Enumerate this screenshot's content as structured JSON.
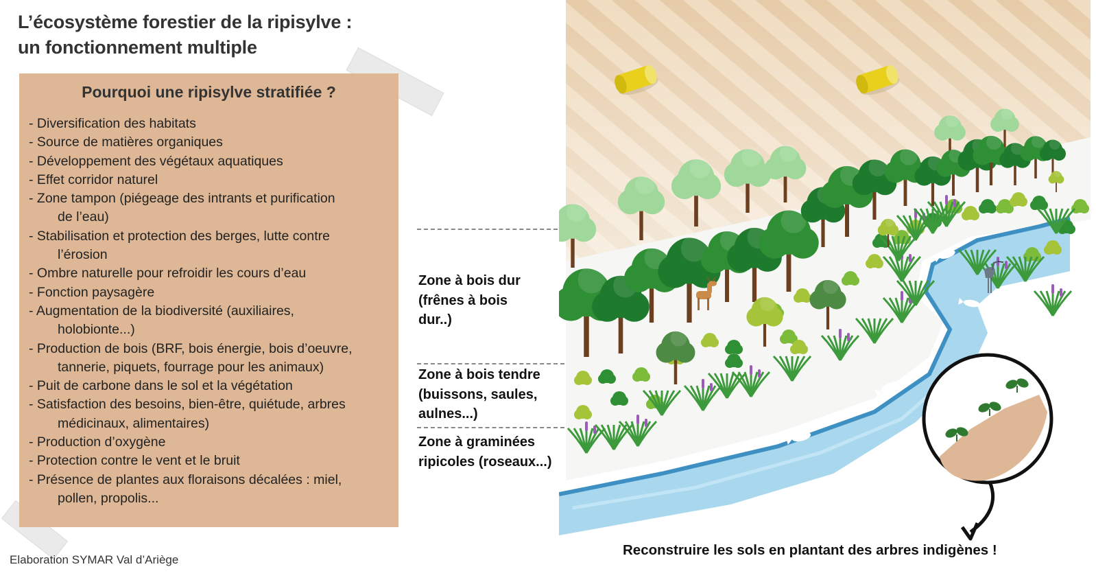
{
  "title": {
    "line1": "L’écosystème forestier de la ripisylve :",
    "line2": "un fonctionnement multiple"
  },
  "panel": {
    "heading": "Pourquoi une ripisylve stratifiée ?",
    "items": [
      {
        "line1": "- Diversification des habitats",
        "line2": ""
      },
      {
        "line1": "- Source de matières organiques",
        "line2": ""
      },
      {
        "line1": "- Développement des végétaux aquatiques",
        "line2": ""
      },
      {
        "line1": "- Effet corridor naturel",
        "line2": ""
      },
      {
        "line1": "- Zone tampon (piégeage des intrants et purification",
        "line2": "de l’eau)"
      },
      {
        "line1": "- Stabilisation et protection des berges, lutte contre",
        "line2": "l’érosion"
      },
      {
        "line1": "- Ombre naturelle pour refroidir les cours d’eau",
        "line2": ""
      },
      {
        "line1": "- Fonction paysagère",
        "line2": ""
      },
      {
        "line1": "- Augmentation de la biodiversité (auxiliaires,",
        "line2": "holobionte...)"
      },
      {
        "line1": "- Production de bois (BRF, bois énergie, bois d’oeuvre,",
        "line2": "tannerie, piquets, fourrage pour les animaux)"
      },
      {
        "line1": "- Puit de carbone dans le sol et la végétation",
        "line2": ""
      },
      {
        "line1": "- Satisfaction des besoins, bien-être, quiétude, arbres",
        "line2": "médicinaux, alimentaires)"
      },
      {
        "line1": "- Production d’oxygène",
        "line2": ""
      },
      {
        "line1": "- Protection contre le vent et le bruit",
        "line2": ""
      },
      {
        "line1": "- Présence de plantes aux floraisons décalées : miel,",
        "line2": "pollen, propolis..."
      }
    ]
  },
  "credit": "Elaboration SYMAR Val d’Ariège",
  "zones": {
    "hard_wood": {
      "line1": "Zone à bois dur",
      "line2": "(frênes à bois",
      "line3": "dur..)"
    },
    "soft_wood": {
      "line1": "Zone à bois tendre",
      "line2": "(buissons, saules,",
      "line3": "aulnes...)"
    },
    "grasses": {
      "line1": "Zone à graminées",
      "line2": "ripicoles (roseaux...)"
    }
  },
  "call_to_action": "Reconstruire les sols en plantant des arbres indigènes !",
  "colors": {
    "panel": "#deb896",
    "field": "#f0dcc0",
    "river": "#a9d8ee",
    "river_edge": "#3e8fc2",
    "tree_dark": "#1e7a2c",
    "tree_light": "#9fd89a",
    "trunk": "#6b3f1f",
    "flower": "#9a5cb8"
  },
  "icons": [
    "hay-bale-icon",
    "tree-icon",
    "deer-icon",
    "heron-icon",
    "fish-icon",
    "reed-icon",
    "seedling-icon",
    "arrow-icon"
  ]
}
